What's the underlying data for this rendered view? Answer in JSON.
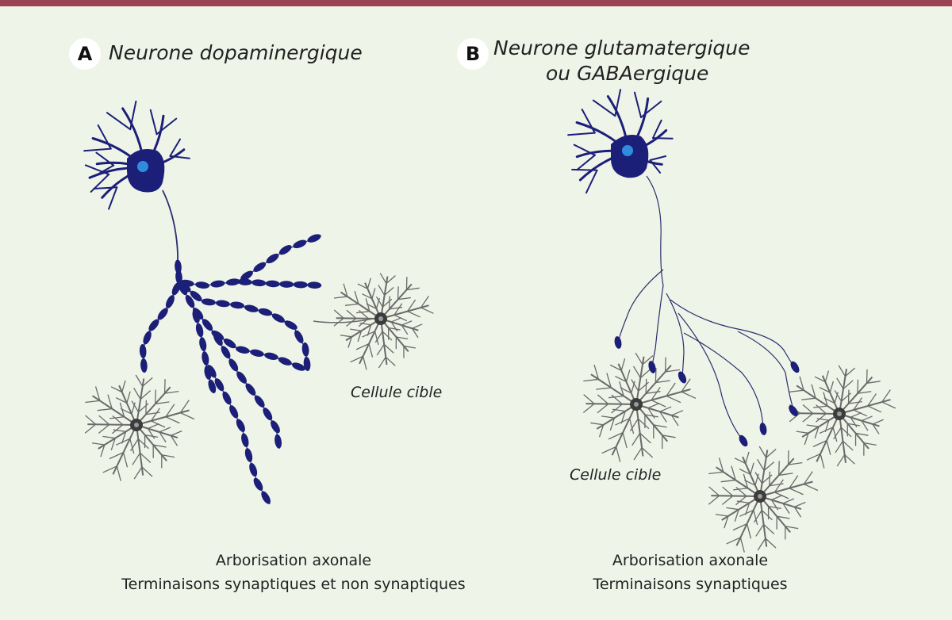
{
  "colors": {
    "top_bar": "#9b4451",
    "background": "#eff4e8",
    "neuron_body": "#1c1f78",
    "nucleus": "#2f8de0",
    "boutons": "#1c1f78",
    "axon": "#2a2f6e",
    "target_cells": "#6a6a6a"
  },
  "panel_a": {
    "badge": "A",
    "title": "Neurone dopaminergique",
    "target_label": "Cellule cible",
    "caption_line1": "Arborisation axonale",
    "caption_line2": "Terminaisons synaptiques et non synaptiques"
  },
  "panel_b": {
    "badge": "B",
    "title_line1": "Neurone glutamatergique",
    "title_line2": "ou GABAergique",
    "target_label": "Cellule cible",
    "caption_line1": "Arborisation axonale",
    "caption_line2": "Terminaisons synaptiques"
  }
}
